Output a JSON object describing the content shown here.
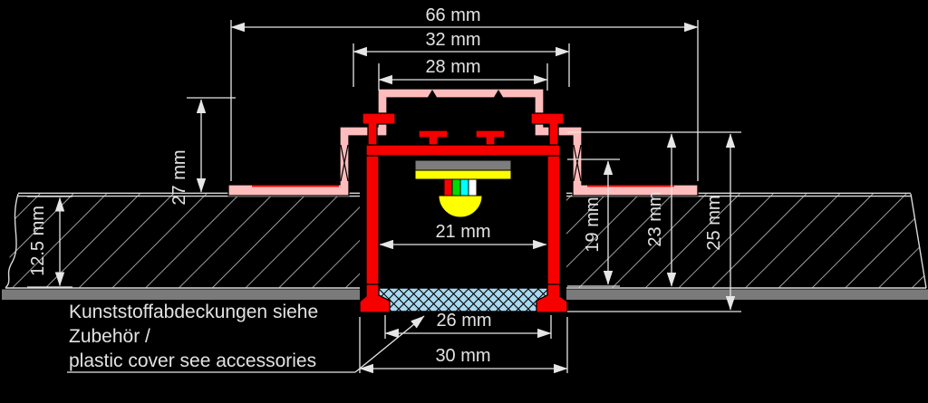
{
  "dimensions": {
    "overall_width": "66 mm",
    "trim_width": "32 mm",
    "profile_width": "28 mm",
    "inner_width": "21 mm",
    "cover_width": "26 mm",
    "bottom_width": "30 mm",
    "panel_thickness": "12.5 mm",
    "trim_height": "27 mm",
    "inner_depth": "19 mm",
    "housing_depth": "23 mm",
    "total_depth": "25 mm"
  },
  "note": {
    "line1": "Kunststoffabdeckungen siehe",
    "line2": "Zubehör /",
    "line3": "plastic cover see accessories"
  },
  "colors": {
    "profile_red": "#f60000",
    "trim_pink": "#ffbcbc",
    "cover_blue": "#a9d9f0",
    "led_yellow": "#ffff00",
    "pcb_gray": "#7d7d7d",
    "led_red": "#ff0000",
    "led_green": "#00dc00",
    "led_cyan": "#00ffff",
    "led_white": "#ffffff",
    "panel_gray": "#7a7a7a",
    "line_gray": "#e6e6e6"
  }
}
